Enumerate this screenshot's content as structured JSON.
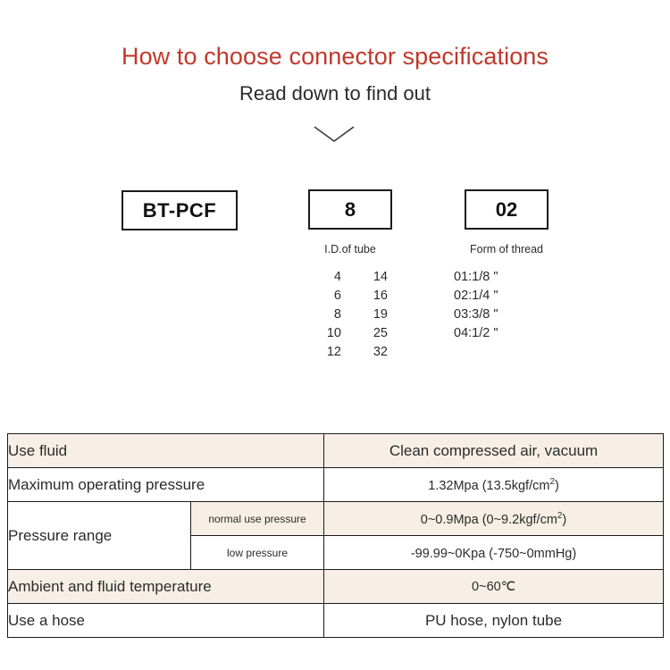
{
  "header": {
    "title": "How to choose connector specifications",
    "subtitle": "Read down to find out",
    "title_color": "#c0392b",
    "chevron_icon": "chevron-down-icon"
  },
  "code_breakdown": {
    "boxes": [
      {
        "value": "BT-PCF",
        "caption": ""
      },
      {
        "value": "8",
        "caption": "I.D.of tube"
      },
      {
        "value": "02",
        "caption": "Form of thread"
      }
    ],
    "bore_options": [
      {
        "a": "4",
        "b": "14"
      },
      {
        "a": "6",
        "b": "16"
      },
      {
        "a": "8",
        "b": "19"
      },
      {
        "a": "10",
        "b": "25"
      },
      {
        "a": "12",
        "b": "32"
      }
    ],
    "thread_options": [
      "01:1/8 \"",
      "02:1/4 \"",
      "03:3/8 \"",
      "04:1/2 \""
    ]
  },
  "spec_table": {
    "beige_color": "#f7efe5",
    "rows": [
      {
        "label": "Use fluid",
        "value": "Clean compressed air, vacuum",
        "shaded": true
      },
      {
        "label": "Maximum operating pressure",
        "value_prefix": "1.32Mpa  (13.5kgf/cm",
        "value_sup": "2",
        "value_suffix": ")",
        "shaded": false
      },
      {
        "label": "Pressure range",
        "sub_rows": [
          {
            "sublabel": "normal use pressure",
            "value_prefix": "0~0.9Mpa  (0~9.2kgf/cm",
            "value_sup": "2",
            "value_suffix": ")",
            "shaded": true
          },
          {
            "sublabel": "low pressure",
            "value_prefix": "-99.99~0Kpa  (-750~0mmHg)",
            "value_sup": "",
            "value_suffix": "",
            "shaded": false
          }
        ]
      },
      {
        "label": "Ambient and fluid temperature",
        "value": "0~60℃",
        "shaded": true
      },
      {
        "label": "Use a hose",
        "value": "PU hose, nylon tube",
        "shaded": false
      }
    ]
  }
}
